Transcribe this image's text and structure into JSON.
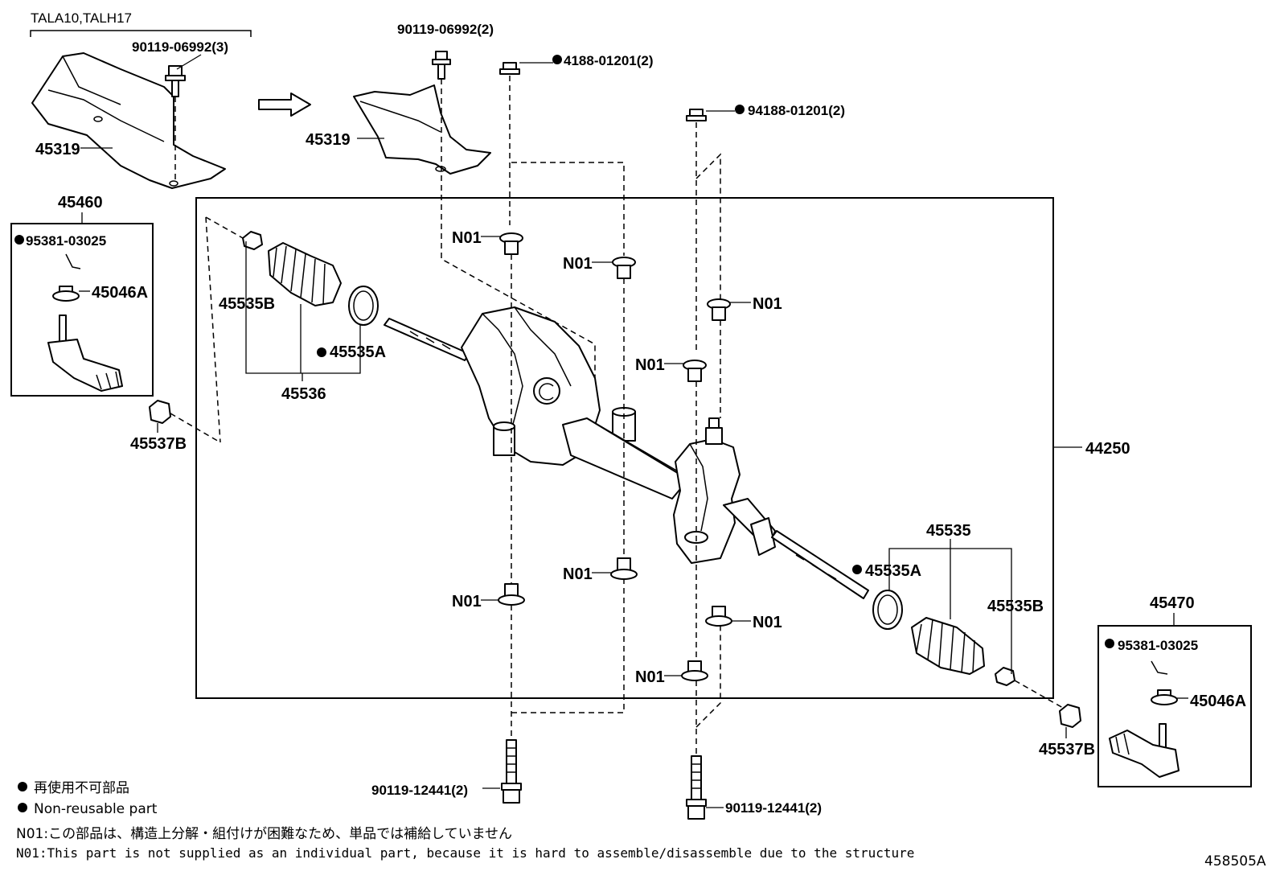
{
  "diagram": {
    "model_codes": "TALA10,TALH17",
    "figure_code": "458505A",
    "labels": {
      "bolt_upper_left": "90119-06992(3)",
      "bolt_upper_mid": "90119-06992(2)",
      "nut_upper_1": "4188-01201(2)",
      "nut_upper_2": "94188-01201(2)",
      "cover_left": "45319",
      "cover_right": "45319",
      "tie_rod_end_left": "45460",
      "tie_rod_end_right": "45470",
      "cotter_pin_left": "95381-03025",
      "cotter_pin_right": "95381-03025",
      "castle_nut_left": "45046A",
      "castle_nut_right": "45046A",
      "lock_nut_left": "45537B",
      "lock_nut_right": "45537B",
      "boot_clip_b_left": "45535B",
      "boot_clip_b_right": "45535B",
      "boot_clip_a_left": "45535A",
      "boot_clip_a_right": "45535A",
      "boot_set_left": "45536",
      "boot_set_right": "45535",
      "gear_assembly": "44250",
      "bolt_lower_1": "90119-12441(2)",
      "bolt_lower_2": "90119-12441(2)",
      "n01": "N01"
    },
    "legend": {
      "non_reusable_jp": "再使用不可部品",
      "non_reusable_en": "Non-reusable part",
      "n01_note_jp": "N01:この部品は、構造上分解・組付けが困難なため、単品では補給していません",
      "n01_note_en": "N01:This part is not supplied as an individual part, because it is hard to assemble/disassemble due to the structure"
    }
  }
}
